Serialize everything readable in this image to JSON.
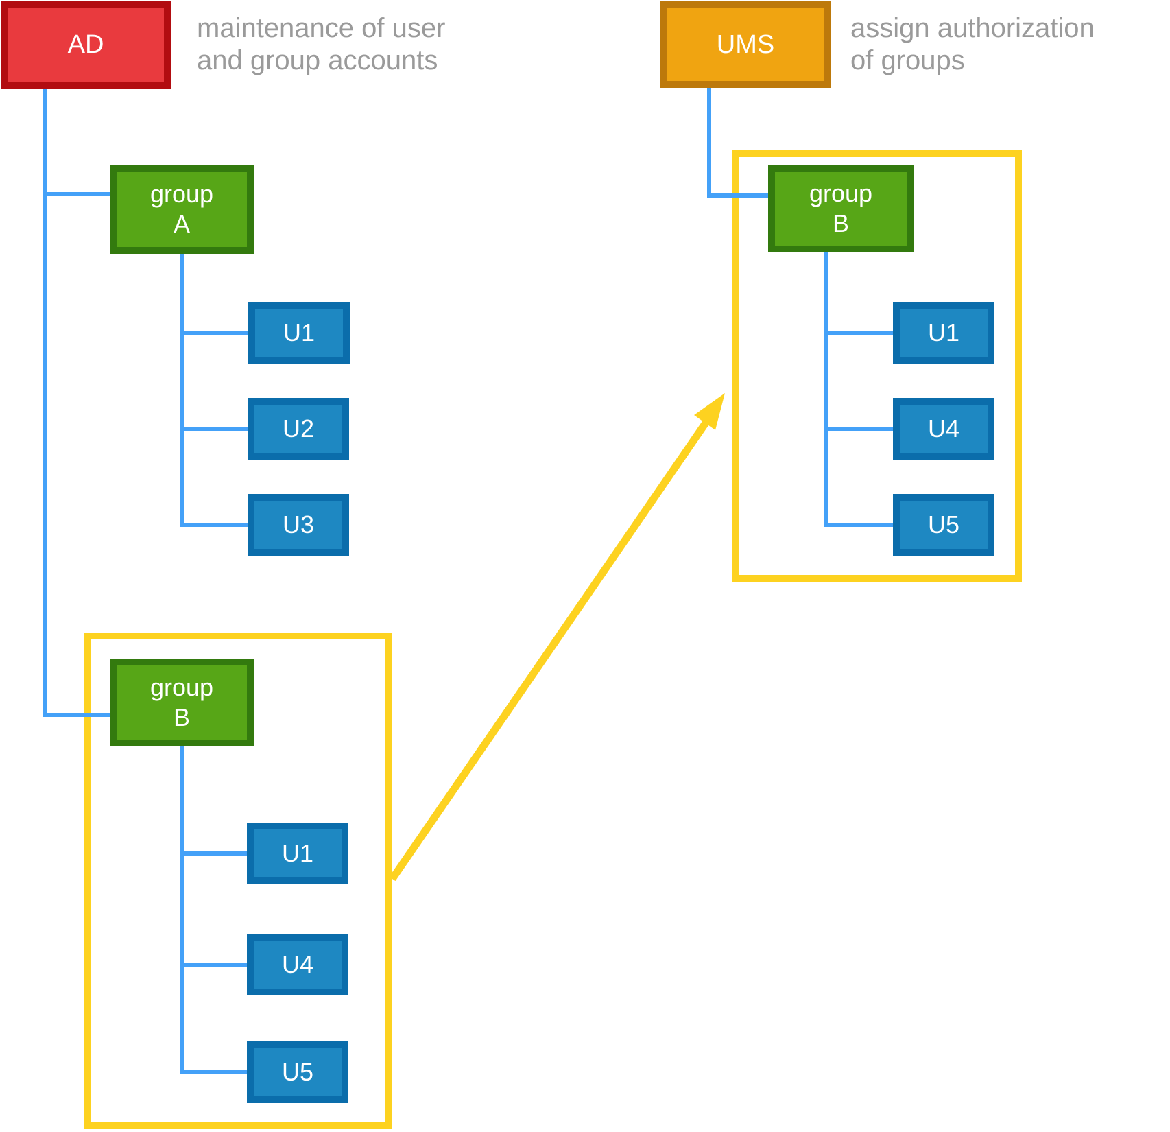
{
  "colors": {
    "red_fill": "#e93a3e",
    "red_border": "#b20d11",
    "orange_fill": "#f0a411",
    "orange_border": "#bd790b",
    "green_fill": "#57a617",
    "green_border": "#337a0e",
    "blue_fill": "#1e88c2",
    "blue_border": "#0b6dab",
    "connector_blue": "#44a1f8",
    "highlight_yellow": "#fdd220",
    "caption_gray": "#9a9a9a"
  },
  "ad": {
    "label": "AD",
    "caption": "maintenance of user and group accounts"
  },
  "ums": {
    "label": "UMS",
    "caption": "assign authorization of groups"
  },
  "left": {
    "group_a": {
      "line1": "group",
      "line2": "A",
      "users": [
        "U1",
        "U2",
        "U3"
      ]
    },
    "group_b": {
      "line1": "group",
      "line2": "B",
      "users": [
        "U1",
        "U4",
        "U5"
      ]
    }
  },
  "right": {
    "group_b": {
      "line1": "group",
      "line2": "B",
      "users": [
        "U1",
        "U4",
        "U5"
      ]
    }
  }
}
